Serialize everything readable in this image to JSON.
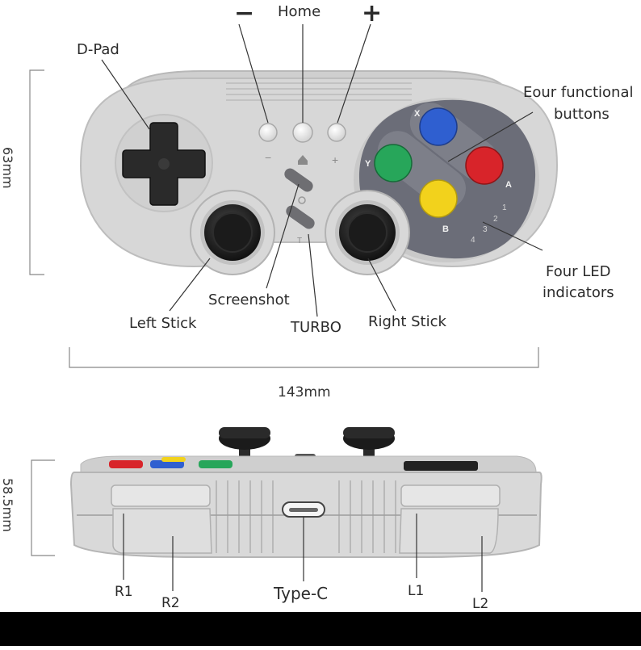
{
  "top_view": {
    "labels": {
      "minus_symbol": "−",
      "home": "Home",
      "plus_symbol": "+",
      "dpad": "D-Pad",
      "functional_line1": "Eour functional",
      "functional_line2": "buttons",
      "led_line1": "Four LED",
      "led_line2": "indicators",
      "screenshot": "Screenshot",
      "left_stick": "Left Stick",
      "turbo": "TURBO",
      "right_stick": "Right Stick"
    },
    "button_letters": {
      "x": "X",
      "y": "Y",
      "a": "A",
      "b": "B"
    },
    "led_numbers": [
      "1",
      "2",
      "3",
      "4"
    ],
    "face_glyphs": {
      "minus": "−",
      "plus": "+",
      "turbo": "T"
    },
    "dimensions": {
      "height": "63mm",
      "width": "143mm"
    }
  },
  "side_view": {
    "labels": {
      "r1": "R1",
      "r2": "R2",
      "type_c": "Type-C",
      "l1": "L1",
      "l2": "L2"
    },
    "dimensions": {
      "height": "58.5mm"
    }
  },
  "colors": {
    "body": "#d7d7d7",
    "face_panel": "#6b6d78",
    "x_button": "#2f5fd0",
    "a_button": "#d8242a",
    "y_button": "#27a65a",
    "b_button": "#f2d21c",
    "stick": "#1b1b1b"
  }
}
